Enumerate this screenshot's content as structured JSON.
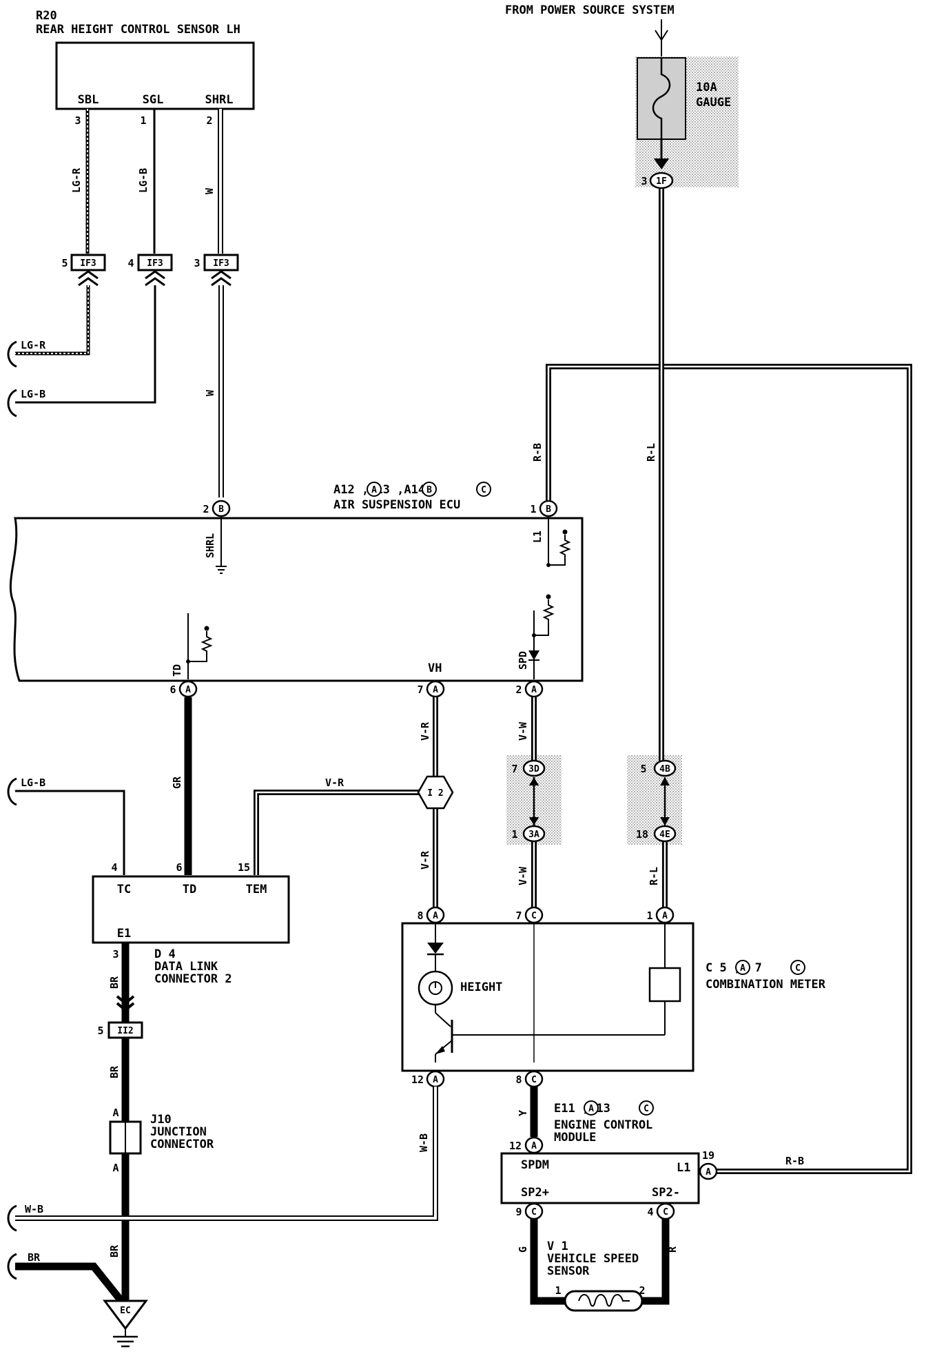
{
  "header": {
    "from_power": "FROM POWER SOURCE SYSTEM"
  },
  "fuse": {
    "rating": "10A",
    "name": "GAUGE"
  },
  "sensor_r20": {
    "id": "R20",
    "name": "REAR HEIGHT CONTROL SENSOR LH",
    "terminals": [
      "SBL",
      "SGL",
      "SHRL"
    ],
    "pins": [
      "3",
      "1",
      "2"
    ]
  },
  "connectors": {
    "if3": "IF3",
    "if3_pins": [
      "5",
      "4",
      "3"
    ],
    "c1f": "1F",
    "c1f_pin": "3",
    "c3d": "3D",
    "c3d_pin": "7",
    "c3a": "3A",
    "c3a_pin": "1",
    "c4b": "4B",
    "c4b_pin": "5",
    "c4e": "4E",
    "c4e_pin": "18",
    "ii2": "II2",
    "ii2_pin": "5",
    "i2": "I 2"
  },
  "wires": {
    "lg_r": "LG-R",
    "lg_b": "LG-B",
    "w": "W",
    "r_b": "R-B",
    "r_l": "R-L",
    "gr": "GR",
    "v_r": "V-R",
    "v_w": "V-W",
    "br": "BR",
    "w_b": "W-B",
    "y": "Y",
    "g": "G",
    "r": "R"
  },
  "ecu": {
    "ids": [
      "A12",
      "A13",
      "A14"
    ],
    "letters": [
      "A",
      "B",
      "C"
    ],
    "name": "AIR SUSPENSION ECU",
    "terminals": {
      "shrl": "SHRL",
      "l1": "L1",
      "td": "TD",
      "vh": "VH",
      "spd": "SPD"
    },
    "pins": {
      "shrl": "2",
      "l1": "1",
      "td": "6",
      "vh": "7",
      "spd": "2"
    },
    "pin_letters": {
      "shrl": "B",
      "l1": "B",
      "td": "A",
      "vh": "A",
      "spd": "A"
    }
  },
  "dlc": {
    "id": "D 4",
    "name": [
      "DATA LINK",
      "CONNECTOR 2"
    ],
    "terminals": [
      "TC",
      "TD",
      "TEM",
      "E1"
    ],
    "pins": [
      "4",
      "6",
      "15",
      "3"
    ]
  },
  "junction": {
    "id": "J10",
    "name": [
      "JUNCTION",
      "CONNECTOR"
    ],
    "terminal": "A"
  },
  "meter": {
    "ids": [
      "C 5",
      "C 7"
    ],
    "letters": [
      "A",
      "C"
    ],
    "name": "COMBINATION METER",
    "gauge": "HEIGHT",
    "pins": {
      "p8": "8",
      "p7": "7",
      "p1": "1",
      "p12": "12",
      "p8b": "8"
    },
    "pin_letters": {
      "p8": "A",
      "p7": "C",
      "p1": "A",
      "p12": "A",
      "p8b": "C"
    }
  },
  "ecm": {
    "ids": [
      "E11",
      "E13"
    ],
    "letters": [
      "A",
      "C"
    ],
    "name": [
      "ENGINE CONTROL",
      "MODULE"
    ],
    "terminals": {
      "spdm": "SPDM",
      "l1": "L1",
      "sp2p": "SP2+",
      "sp2m": "SP2-"
    },
    "pins": {
      "spdm": "12",
      "l1": "19",
      "sp2p": "9",
      "sp2m": "4"
    },
    "pin_letters": {
      "spdm": "A",
      "l1": "A",
      "sp2p": "C",
      "sp2m": "C"
    }
  },
  "vss": {
    "id": "V 1",
    "name": [
      "VEHICLE SPEED",
      "SENSOR"
    ],
    "pins": [
      "1",
      "2"
    ]
  },
  "ground": {
    "label": "EC"
  }
}
